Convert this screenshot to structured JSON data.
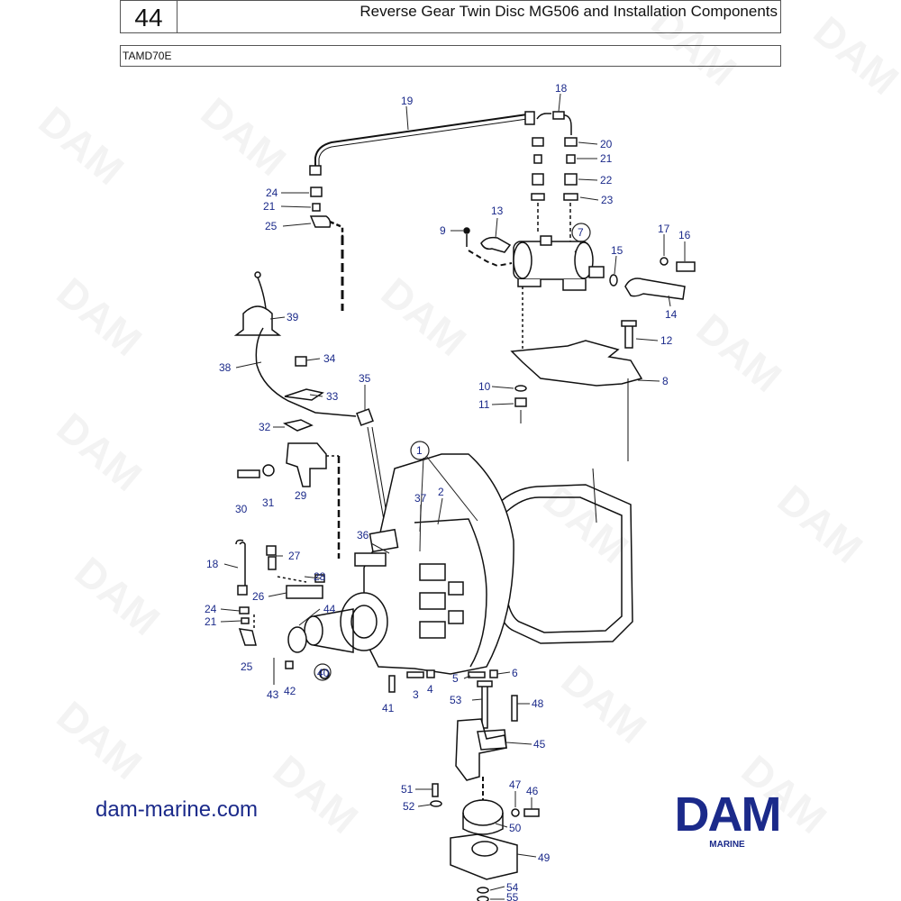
{
  "header": {
    "page_number": "44",
    "title": "Reverse Gear Twin Disc MG506 and Installation Components",
    "model": "TAMD70E"
  },
  "website": "dam-marine.com",
  "logo": {
    "text": "DAM",
    "subtitle": "MARINE",
    "color": "#1b2a8a"
  },
  "watermark": "DAM",
  "callouts": [
    {
      "id": "c19",
      "text": "19"
    },
    {
      "id": "c18a",
      "text": "18"
    },
    {
      "id": "c20",
      "text": "20"
    },
    {
      "id": "c21a",
      "text": "21"
    },
    {
      "id": "c22",
      "text": "22"
    },
    {
      "id": "c23",
      "text": "23"
    },
    {
      "id": "c24a",
      "text": "24"
    },
    {
      "id": "c21b",
      "text": "21"
    },
    {
      "id": "c25a",
      "text": "25"
    },
    {
      "id": "c9",
      "text": "9"
    },
    {
      "id": "c13",
      "text": "13"
    },
    {
      "id": "c7",
      "text": "7"
    },
    {
      "id": "c17",
      "text": "17"
    },
    {
      "id": "c16",
      "text": "16"
    },
    {
      "id": "c15",
      "text": "15"
    },
    {
      "id": "c14",
      "text": "14"
    },
    {
      "id": "c39",
      "text": "39"
    },
    {
      "id": "c12",
      "text": "12"
    },
    {
      "id": "c38",
      "text": "38"
    },
    {
      "id": "c34",
      "text": "34"
    },
    {
      "id": "c33",
      "text": "33"
    },
    {
      "id": "c35",
      "text": "35"
    },
    {
      "id": "c10",
      "text": "10"
    },
    {
      "id": "c8",
      "text": "8"
    },
    {
      "id": "c11",
      "text": "11"
    },
    {
      "id": "c32",
      "text": "32"
    },
    {
      "id": "c1",
      "text": "1"
    },
    {
      "id": "c30",
      "text": "30"
    },
    {
      "id": "c31",
      "text": "31"
    },
    {
      "id": "c29",
      "text": "29"
    },
    {
      "id": "c37",
      "text": "37"
    },
    {
      "id": "c2",
      "text": "2"
    },
    {
      "id": "c36",
      "text": "36"
    },
    {
      "id": "c18b",
      "text": "18"
    },
    {
      "id": "c27",
      "text": "27"
    },
    {
      "id": "c28",
      "text": "28"
    },
    {
      "id": "c26",
      "text": "26"
    },
    {
      "id": "c24b",
      "text": "24"
    },
    {
      "id": "c44",
      "text": "44"
    },
    {
      "id": "c21c",
      "text": "21"
    },
    {
      "id": "c25b",
      "text": "25"
    },
    {
      "id": "c40",
      "text": "40"
    },
    {
      "id": "c5",
      "text": "5"
    },
    {
      "id": "c6",
      "text": "6"
    },
    {
      "id": "c43",
      "text": "43"
    },
    {
      "id": "c42",
      "text": "42"
    },
    {
      "id": "c3",
      "text": "3"
    },
    {
      "id": "c4",
      "text": "4"
    },
    {
      "id": "c53",
      "text": "53"
    },
    {
      "id": "c48",
      "text": "48"
    },
    {
      "id": "c41",
      "text": "41"
    },
    {
      "id": "c45",
      "text": "45"
    },
    {
      "id": "c47",
      "text": "47"
    },
    {
      "id": "c51",
      "text": "51"
    },
    {
      "id": "c46",
      "text": "46"
    },
    {
      "id": "c52",
      "text": "52"
    },
    {
      "id": "c50",
      "text": "50"
    },
    {
      "id": "c49",
      "text": "49"
    },
    {
      "id": "c54",
      "text": "54"
    },
    {
      "id": "c55",
      "text": "55"
    }
  ]
}
